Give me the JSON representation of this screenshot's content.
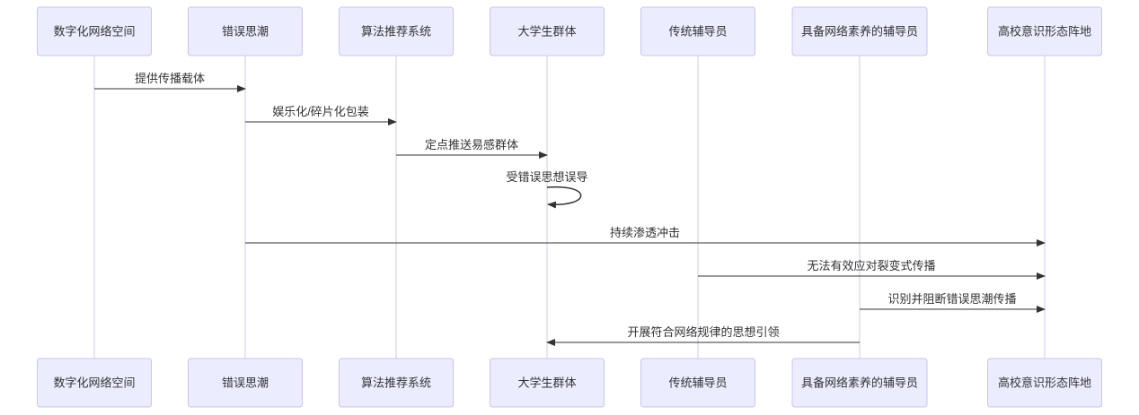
{
  "participants": [
    {
      "id": "space",
      "label": "数字化网络空间"
    },
    {
      "id": "trend",
      "label": "错误思潮"
    },
    {
      "id": "algo",
      "label": "算法推荐系统"
    },
    {
      "id": "students",
      "label": "大学生群体"
    },
    {
      "id": "counselor",
      "label": "传统辅导员"
    },
    {
      "id": "literate",
      "label": "具备网络素养的辅导员"
    },
    {
      "id": "position",
      "label": "高校意识形态阵地"
    }
  ],
  "messages": [
    {
      "from": "space",
      "to": "trend",
      "label": "提供传播载体"
    },
    {
      "from": "trend",
      "to": "algo",
      "label": "娱乐化/碎片化包装"
    },
    {
      "from": "algo",
      "to": "students",
      "label": "定点推送易感群体"
    },
    {
      "from": "students",
      "to": "students",
      "label": "受错误思想误导"
    },
    {
      "from": "trend",
      "to": "position",
      "label": "持续渗透冲击"
    },
    {
      "from": "counselor",
      "to": "position",
      "label": "无法有效应对裂变式传播"
    },
    {
      "from": "literate",
      "to": "position",
      "label": "识别并阻断错误思潮传播"
    },
    {
      "from": "literate",
      "to": "students",
      "label": "开展符合网络规律的思想引领"
    }
  ],
  "colors": {
    "box_fill": "#ECECFF",
    "box_stroke": "#C9C3F0",
    "lifeline": "#CFCBEA",
    "arrow": "#333333",
    "text": "#333333"
  }
}
